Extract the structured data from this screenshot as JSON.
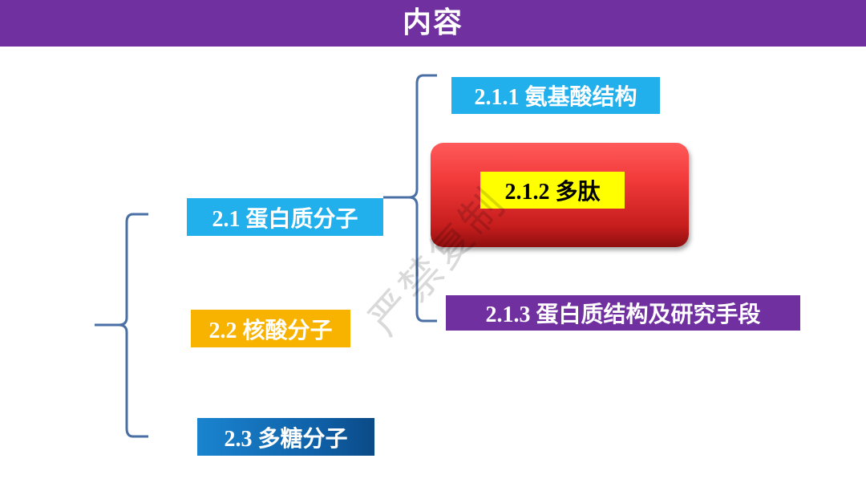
{
  "header": {
    "title": "内容"
  },
  "level1": [
    {
      "label": "2.1 蛋白质分子",
      "color": "#22b0ec"
    },
    {
      "label": "2.2 核酸分子",
      "color": "#f7b300"
    },
    {
      "label": "2.3 多糖分子",
      "color": "#1a84cf"
    }
  ],
  "level2": [
    {
      "label": "2.1.1 氨基酸结构",
      "color": "#22b0ec"
    },
    {
      "label": "2.1.2 多肽",
      "color": "#ffff00",
      "highlighted": true
    },
    {
      "label": "2.1.3 蛋白质结构及研究手段",
      "color": "#7030a0"
    }
  ],
  "watermark": "严禁复制",
  "colors": {
    "header_bg": "#7030a0",
    "bracket": "#4a6fa5",
    "red_panel": "#f23a3a"
  }
}
